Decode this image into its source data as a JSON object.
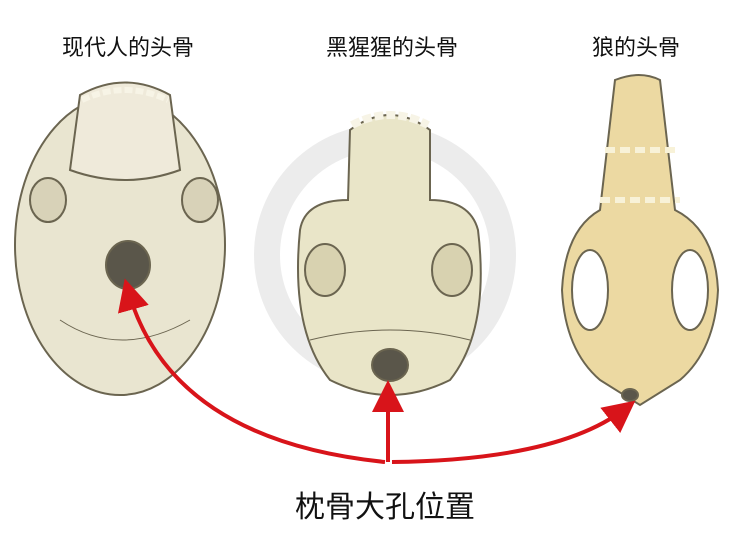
{
  "titles": {
    "human": "现代人的头骨",
    "chimp": "黑猩猩的头骨",
    "wolf": "狼的头骨"
  },
  "caption": "枕骨大孔位置",
  "colors": {
    "bone": "#ece6c8",
    "bone_wolf": "#ecd9a2",
    "outline": "#6b6550",
    "arrow": "#d8141a",
    "foramen": "#5a564a"
  }
}
